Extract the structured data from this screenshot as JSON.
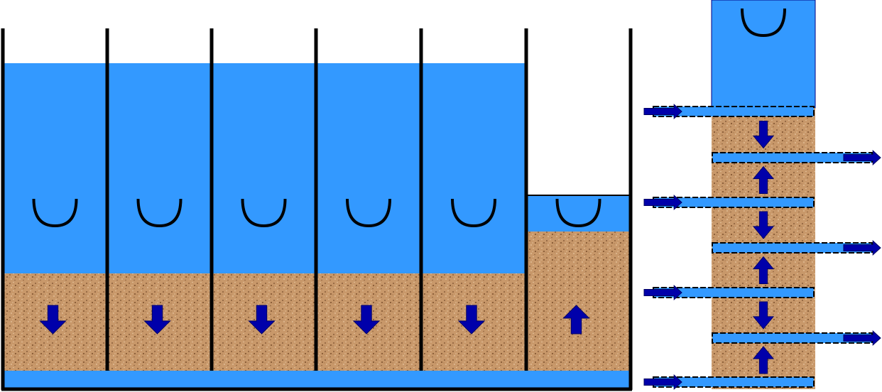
{
  "colors": {
    "water": "#3399ff",
    "sand": "#c8986a",
    "sand_dark": "#8a5e3a",
    "sand_light": "#e8c6a0",
    "wall": "#000000",
    "arrow": "#0000aa",
    "arrow_outline": "#00006a",
    "background": "#ffffff"
  },
  "icons": {
    "wave": "u-shape-icon",
    "down": "down-arrow-icon",
    "up": "up-arrow-icon",
    "right": "right-arrow-icon"
  },
  "left_tank": {
    "cell_count": 6,
    "cells": [
      {
        "flow": "down",
        "level": "high"
      },
      {
        "flow": "down",
        "level": "high"
      },
      {
        "flow": "down",
        "level": "high"
      },
      {
        "flow": "down",
        "level": "high"
      },
      {
        "flow": "down",
        "level": "high"
      },
      {
        "flow": "up",
        "level": "low"
      }
    ]
  },
  "right_column": {
    "pipes": [
      {
        "side": "inlet"
      },
      {
        "side": "outlet"
      },
      {
        "side": "inlet"
      },
      {
        "side": "outlet"
      },
      {
        "side": "inlet"
      },
      {
        "side": "outlet"
      },
      {
        "side": "inlet"
      }
    ],
    "flows": [
      "down",
      "up",
      "down",
      "up",
      "down",
      "up"
    ]
  }
}
